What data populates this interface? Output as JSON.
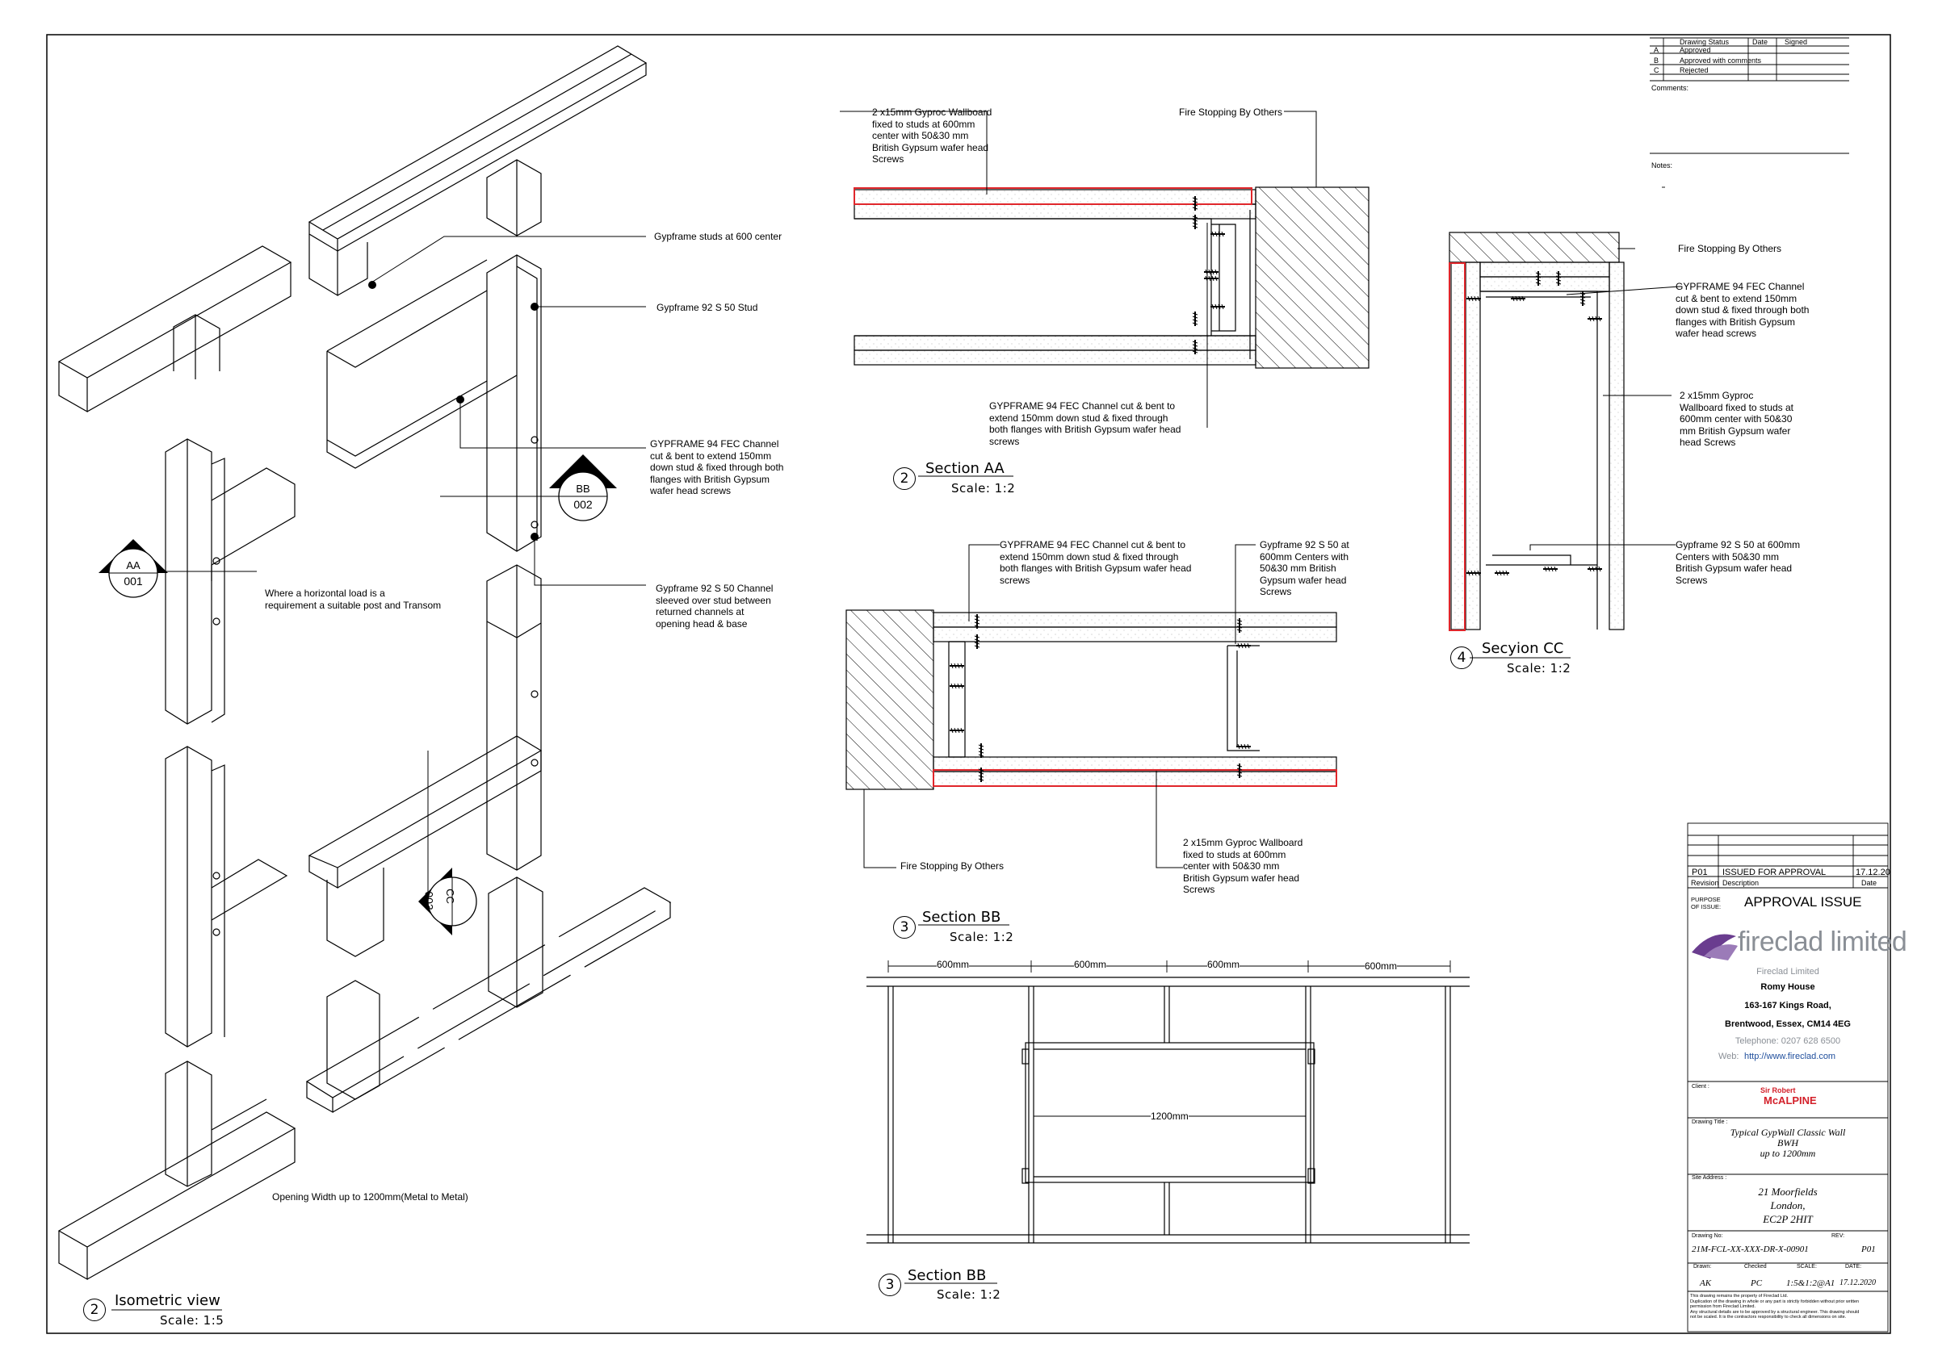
{
  "status_table": {
    "headers": [
      "Drawing Status",
      "Date",
      "Signed"
    ],
    "rows": [
      {
        "code": "A",
        "label": "Approved"
      },
      {
        "code": "B",
        "label": "Approved with comments"
      },
      {
        "code": "C",
        "label": "Rejected"
      }
    ],
    "comments_label": "Comments:",
    "notes_label": "Notes:"
  },
  "isometric": {
    "annotations": {
      "studs_center": "Gypframe studs at 600 center",
      "stud": "Gypframe 92 S 50 Stud",
      "channel_fec": "GYPFRAME 94 FEC Channel\ncut & bent to extend 150mm\ndown stud & fixed through both\nflanges with British Gypsum\nwafer head screws",
      "horizontal_load": "Where a horizontal load is a\nrequirement a suitable post and Transom",
      "channel_sleeved": "Gypframe 92 S 50 Channel\nsleeved over stud between\nreturned channels at\nopening head & base",
      "opening_width": "Opening Width up to 1200mm(Metal to Metal)"
    },
    "markers": {
      "aa_top": "AA",
      "aa_bottom": "001",
      "bb_top": "BB",
      "bb_bottom": "002",
      "cc_top": "CC",
      "cc_bottom": "003"
    },
    "title_number": "2",
    "title": "Isometric  view",
    "scale": "Scale:  1:5"
  },
  "section_aa": {
    "note_wallboard": "2 x15mm Gyproc Wallboard\nfixed to studs at 600mm\ncenter with  50&30 mm\nBritish Gypsum wafer head\nScrews",
    "note_fire": "Fire Stopping By Others",
    "note_channel": "GYPFRAME 94 FEC Channel cut & bent to\nextend 150mm down stud & fixed through\nboth flanges with British Gypsum wafer head\nscrews",
    "title_number": "2",
    "title": "Section  AA",
    "scale": "Scale:  1:2"
  },
  "section_bb": {
    "note_channel": "GYPFRAME 94 FEC Channel cut & bent to\nextend 150mm down stud & fixed through\nboth flanges with British Gypsum wafer head\nscrews",
    "note_stud": "Gypframe 92 S 50 at\n600mm Centers with\n50&30 mm British\nGypsum wafer head\nScrews",
    "note_fire": "Fire Stopping By Others",
    "note_wallboard": "2 x15mm Gyproc Wallboard\nfixed to studs at 600mm\ncenter with  50&30 mm\nBritish Gypsum wafer head\nScrews",
    "title_number": "3",
    "title": "Section  BB",
    "scale": "Scale:  1:2"
  },
  "section_cc": {
    "note_fire": "Fire Stopping By Others",
    "note_channel": "GYPFRAME 94 FEC Channel\ncut & bent to extend 150mm\ndown stud & fixed through both\nflanges with British Gypsum\nwafer head screws",
    "note_wallboard": "2 x15mm Gyproc\nWallboard fixed to studs at\n600mm center with  50&30\nmm  British Gypsum wafer\nhead Screws",
    "note_stud": "Gypframe 92 S 50 at 600mm\nCenters with 50&30 mm\nBritish Gypsum wafer head\nScrews",
    "title_number": "4",
    "title": "Secyion  CC",
    "scale": "Scale:  1:2"
  },
  "elevation": {
    "dims": [
      "600mm",
      "600mm",
      "600mm",
      "600mm"
    ],
    "opening": "1200mm",
    "title_number": "3",
    "title": "Section  BB",
    "scale": "Scale:  1:2"
  },
  "title_block": {
    "revision": {
      "rev": "P01",
      "description": "ISSUED FOR APPROVAL",
      "date": "17.12.20"
    },
    "revision_label": "Revision",
    "description_label": "Description",
    "date_label": "Date",
    "purpose_label": "PURPOSE\nOF ISSUE:",
    "purpose": "APPROVAL ISSUE",
    "company_logo": "fireclad limited",
    "company_name": "Fireclad Limited",
    "address_1": "Romy House",
    "address_2": "163-167 Kings Road,",
    "address_3": "Brentwood, Essex, CM14 4EG",
    "telephone": "Telephone:  0207 628 6500",
    "web_label": "Web:",
    "web": "http://www.fireclad.com",
    "client_label": "Client :",
    "client_logo_1": "Sir Robert",
    "client_logo_2": "McALPINE",
    "drawing_title_label": "Drawing Title :",
    "drawing_title": "Typical GypWall Classic Wall\nBWH\nup to 1200mm",
    "site_address_label": "Site Address :",
    "site_address": "21 Moorfields\nLondon,\nEC2P 2HIT",
    "drawing_no_label": "Drawing No:",
    "drawing_no": "21M-FCL-XX-XXX-DR-X-00901",
    "rev_label": "REV:",
    "rev_value": "P01",
    "drawn_label": "Drawn:",
    "checked_label": "Checked",
    "scale_label": "SCALE:",
    "date2_label": "DATE:",
    "drawn": "AK",
    "checked": "PC",
    "scale": "1:5&1:2@A1",
    "date": "17.12.2020",
    "disclaimer": "This drawing remains the property of Fireclad Ltd.\nDuplication of the drawing in whole or any part is strictly forbidden without prior written\npermission from Fireclad Limited.\nAny structural details are to be approved by a structural engineer. This drawing should\nnot be scaled. It is the contractors responsibility to check all dimensions on site."
  },
  "colors": {
    "ink": "#000000",
    "highlight": "#e0262b",
    "logo_grey": "#8a8f96",
    "client_red": "#d3202a",
    "link": "#1f4e9c"
  }
}
